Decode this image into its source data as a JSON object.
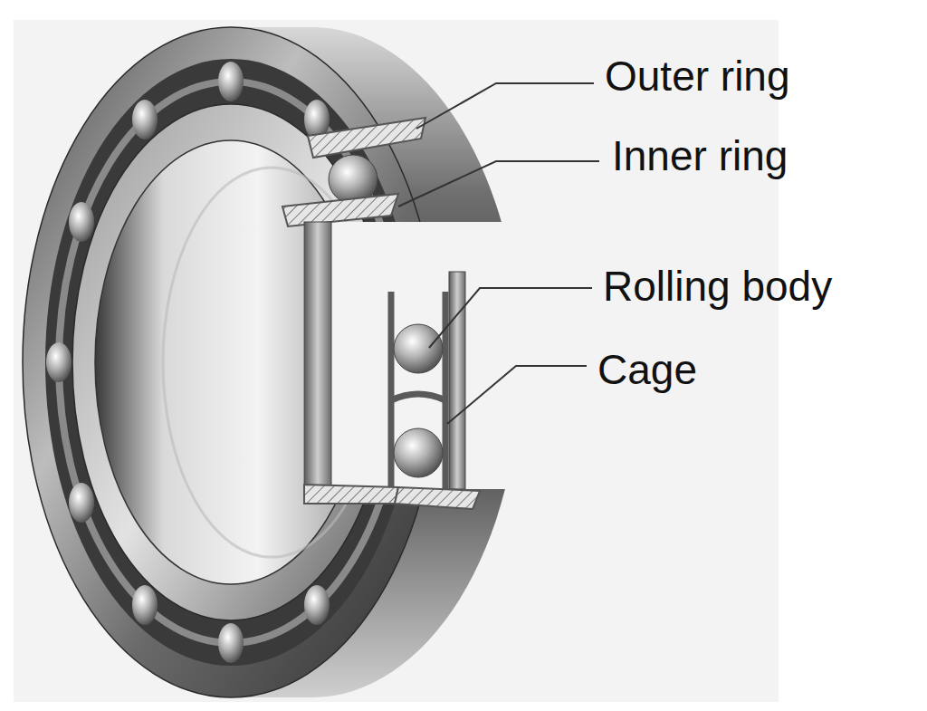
{
  "diagram": {
    "labels": [
      "Outer ring",
      "Inner ring",
      "Rolling body",
      "Cage"
    ]
  }
}
